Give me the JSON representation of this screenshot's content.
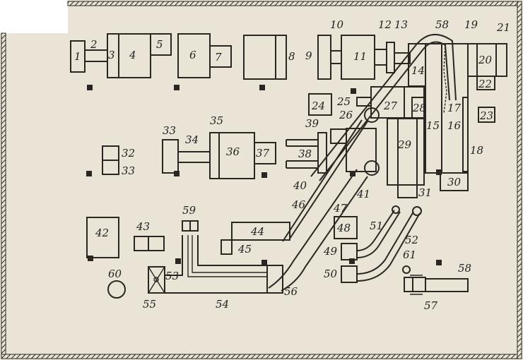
{
  "figure": {
    "type": "equipment-layout-plan",
    "labels": [
      "1",
      "2",
      "3",
      "4",
      "5",
      "6",
      "7",
      "8",
      "9",
      "10",
      "11",
      "12",
      "13",
      "14",
      "15",
      "16",
      "17",
      "18",
      "19",
      "20",
      "21",
      "22",
      "23",
      "24",
      "25",
      "26",
      "27",
      "28",
      "29",
      "30",
      "31",
      "32",
      "33",
      "33",
      "34",
      "35",
      "36",
      "37",
      "38",
      "39",
      "40",
      "41",
      "42",
      "43",
      "44",
      "45",
      "46",
      "47",
      "48",
      "49",
      "50",
      "51",
      "52",
      "53",
      "54",
      "55",
      "56",
      "57",
      "58",
      "58",
      "59",
      "60",
      "61"
    ],
    "colors": {
      "paper": "#e9e4d6",
      "ink": "#2a2722"
    }
  }
}
